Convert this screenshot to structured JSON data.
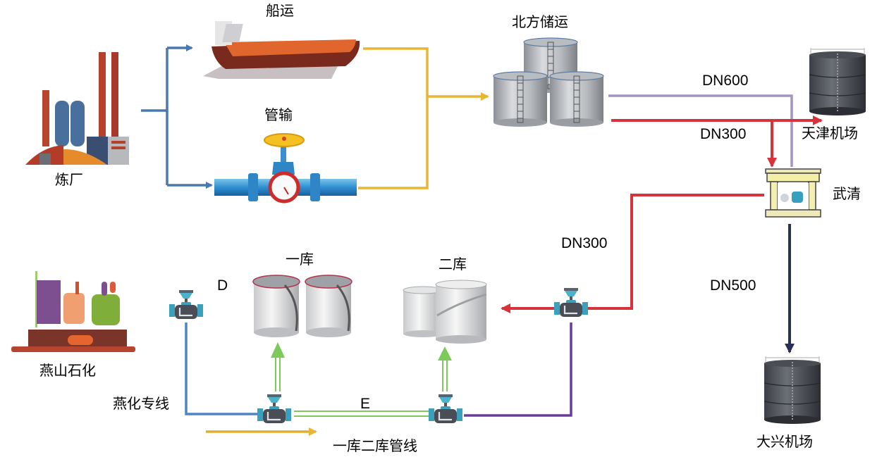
{
  "title": "航油储运管线流程示意图",
  "nodes": {
    "refinery": {
      "label": "炼厂",
      "icon": "factory-icon"
    },
    "ship": {
      "label": "船运",
      "icon": "oil-tanker-ship-icon"
    },
    "pipeline": {
      "label": "管输",
      "icon": "pipeline-valve-gauge-icon"
    },
    "north_storage": {
      "label": "北方储运",
      "icon": "storage-tanks-icon"
    },
    "tianjin_airport": {
      "label": "天津机场",
      "icon": "dark-tank-icon"
    },
    "wuqing": {
      "label": "武清",
      "icon": "pump-station-icon"
    },
    "daxing_airport": {
      "label": "大兴机场",
      "icon": "dark-tank-icon"
    },
    "yanshan": {
      "label": "燕山石化",
      "icon": "petrochemical-plant-icon"
    },
    "depot1": {
      "label": "一库",
      "icon": "storage-tanks-icon"
    },
    "depot2": {
      "label": "二库",
      "icon": "storage-tanks-icon"
    }
  },
  "pipes": {
    "dn600": {
      "label": "DN600",
      "color": "#a593c0"
    },
    "dn300_top": {
      "label": "DN300",
      "color": "#d8323a"
    },
    "dn300_mid": {
      "label": "DN300",
      "color": "#d8323a"
    },
    "dn500": {
      "label": "DN500",
      "color": "#2a2f55"
    },
    "yanhua_line": {
      "label": "燕化专线",
      "color": "#4f85c0"
    },
    "depot_line": {
      "label": "一库二库管线",
      "color": "#e0ad35"
    },
    "line_d": {
      "label": "D"
    },
    "line_e": {
      "label": "E",
      "color": "#7dc95a"
    },
    "purple_return": {
      "color": "#6a3c9a"
    },
    "refinery_out": {
      "color": "#4a78b0"
    },
    "to_north": {
      "color": "#e8b534"
    }
  }
}
